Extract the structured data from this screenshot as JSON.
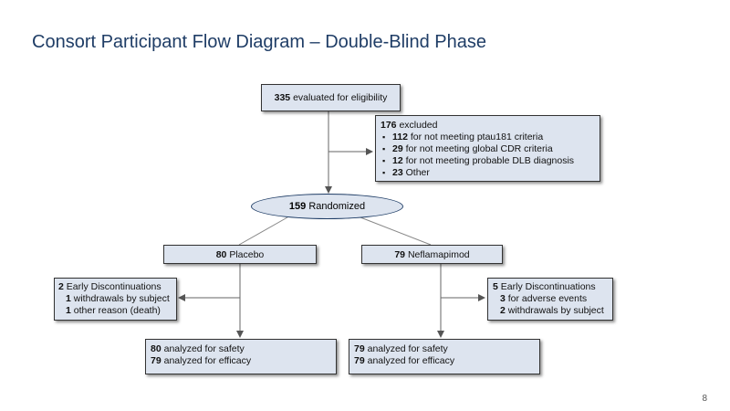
{
  "slide": {
    "title": "Consort Participant Flow Diagram – Double-Blind Phase",
    "page_number": "8"
  },
  "eligibility": {
    "count": "335",
    "label": "evaluated for eligibility"
  },
  "excluded": {
    "count": "176",
    "label": "excluded",
    "items": [
      {
        "count": "112",
        "label": "for not meeting ptau181 criteria"
      },
      {
        "count": "29",
        "label": "for not meeting global CDR criteria"
      },
      {
        "count": "12",
        "label": "for not meeting probable DLB diagnosis"
      },
      {
        "count": "23",
        "label": "Other"
      }
    ]
  },
  "randomized": {
    "count": "159",
    "label": "Randomized"
  },
  "arms": {
    "placebo": {
      "count": "80",
      "label": "Placebo",
      "discontinuations": {
        "count": "2",
        "label": "Early Discontinuations",
        "items": [
          {
            "count": "1",
            "label": "withdrawals by subject"
          },
          {
            "count": "1",
            "label": "other reason (death)"
          }
        ]
      },
      "analysis": {
        "safety_count": "80",
        "safety_label": "analyzed for safety",
        "efficacy_count": "79",
        "efficacy_label": "analyzed for efficacy"
      }
    },
    "neflamapimod": {
      "count": "79",
      "label": "Neflamapimod",
      "discontinuations": {
        "count": "5",
        "label": "Early Discontinuations",
        "items": [
          {
            "count": "3",
            "label": "for adverse events"
          },
          {
            "count": "2",
            "label": "withdrawals by subject"
          }
        ]
      },
      "analysis": {
        "safety_count": "79",
        "safety_label": "analyzed for safety",
        "efficacy_count": "79",
        "efficacy_label": "analyzed for efficacy"
      }
    }
  }
}
